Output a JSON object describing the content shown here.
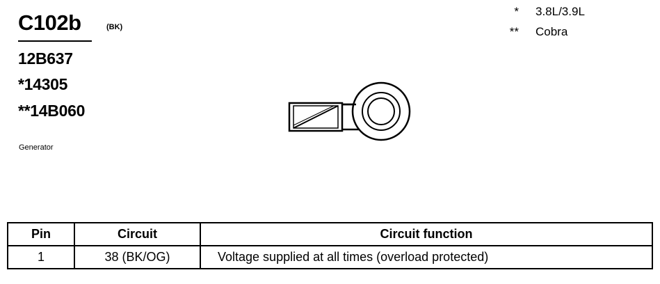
{
  "connector": {
    "id": "C102b",
    "color_code": "(BK)",
    "part_numbers": [
      "12B637",
      "*14305",
      "**14B060"
    ],
    "component": "Generator"
  },
  "legend": [
    {
      "mark": "*",
      "text": "3.8L/3.9L"
    },
    {
      "mark": "**",
      "text": "Cobra"
    }
  ],
  "table": {
    "headers": [
      "Pin",
      "Circuit",
      "Circuit function"
    ],
    "rows": [
      {
        "pin": "1",
        "circuit": "38 (BK/OG)",
        "function": "Voltage supplied at all times (overload protected)"
      }
    ]
  }
}
